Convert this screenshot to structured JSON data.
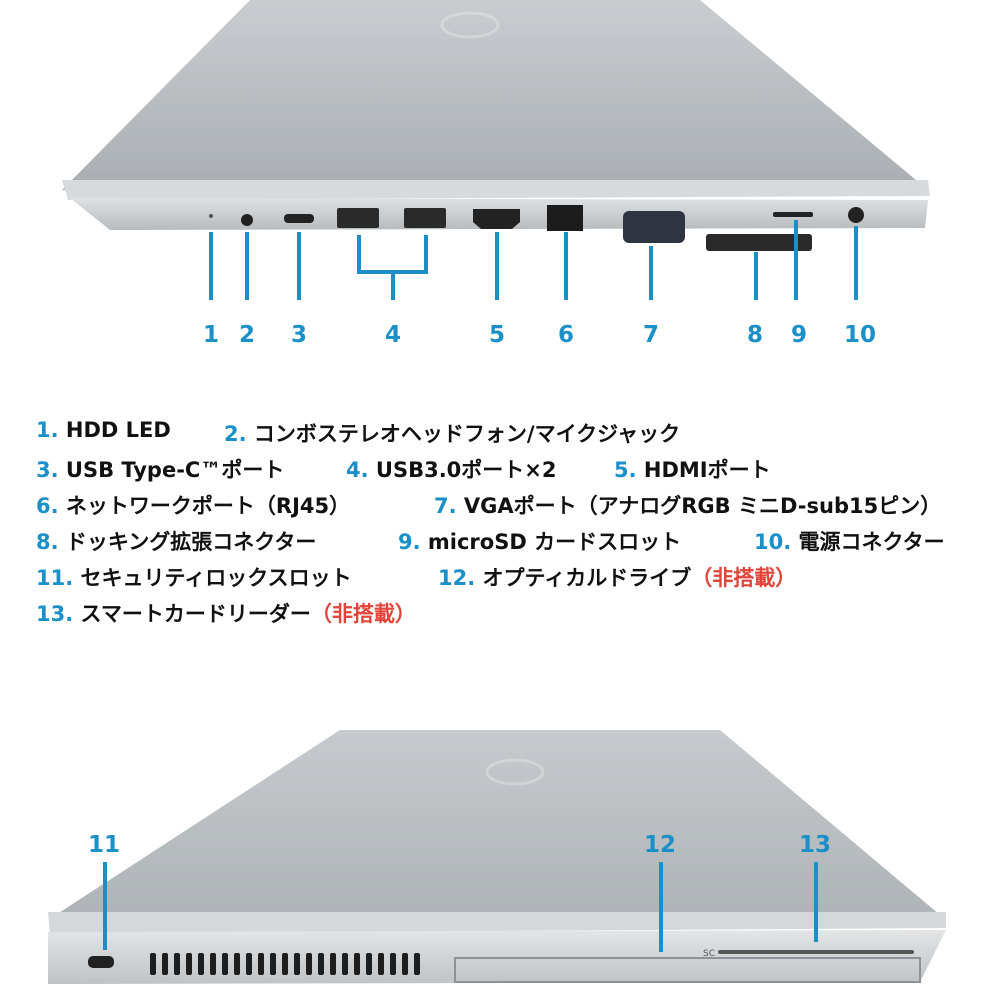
{
  "colors": {
    "accent": "#1a8fc8",
    "note": "#e0443a",
    "text": "#111111"
  },
  "callouts_top": [
    "1",
    "2",
    "3",
    "4",
    "5",
    "6",
    "7",
    "8",
    "9",
    "10"
  ],
  "callouts_bottom": [
    "11",
    "12",
    "13"
  ],
  "port_labels": {
    "slot_label": "SC"
  },
  "legend": [
    {
      "num": "1.",
      "text": "HDD LED"
    },
    {
      "num": "2.",
      "text": "コンボステレオヘッドフォン/マイクジャック"
    },
    {
      "num": "3.",
      "text": "USB Type-C™ポート"
    },
    {
      "num": "4.",
      "text": "USB3.0ポート×2"
    },
    {
      "num": "5.",
      "text": "HDMIポート"
    },
    {
      "num": "6.",
      "text": "ネットワークポート（RJ45）"
    },
    {
      "num": "7.",
      "text": "VGAポート（アナログRGB ミニD-sub15ピン）"
    },
    {
      "num": "8.",
      "text": "ドッキング拡張コネクター"
    },
    {
      "num": "9.",
      "text": "microSD カードスロット"
    },
    {
      "num": "10.",
      "text": "電源コネクター"
    },
    {
      "num": "11.",
      "text": "セキュリティロックスロット"
    },
    {
      "num": "12.",
      "text": "オプティカルドライブ",
      "note": "（非搭載）"
    },
    {
      "num": "13.",
      "text": "スマートカードリーダー",
      "note": "（非搭載）"
    }
  ]
}
